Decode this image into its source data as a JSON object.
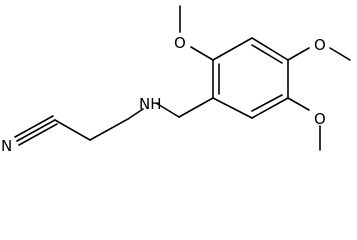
{
  "structure": {
    "atom_labels": {
      "nitrile_n": "N",
      "amine_nh": "NH",
      "methoxy_top": "O",
      "methoxy_right_top": "O",
      "methoxy_right_bottom": "O"
    }
  }
}
